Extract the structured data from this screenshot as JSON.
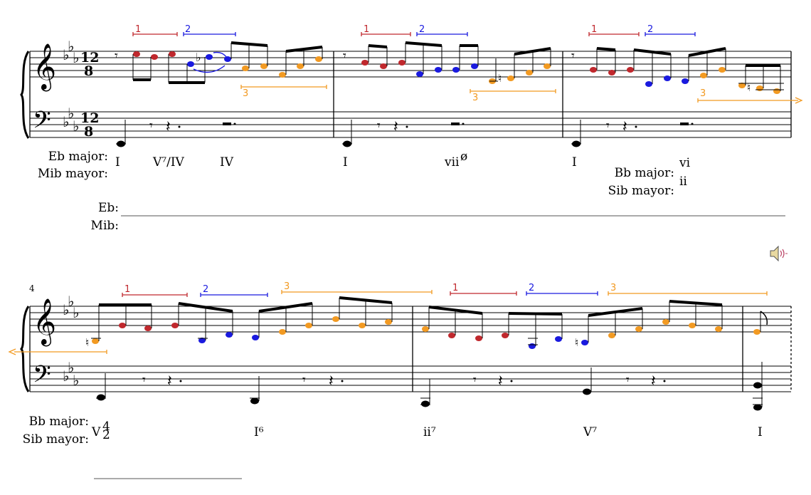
{
  "colors": {
    "group1": "#c0282d",
    "group2": "#1a1adf",
    "group3": "#f29a22",
    "black": "#000000"
  },
  "systems": [
    {
      "measure_number": "",
      "time_signature": {
        "num": "12",
        "den": "8"
      },
      "key_labels": [
        {
          "text": "Eb major:"
        },
        {
          "text": "Mib mayor:"
        }
      ],
      "romans": [
        {
          "text": "I"
        },
        {
          "text": "V⁷/IV"
        },
        {
          "text": "IV"
        },
        {
          "text": "I"
        },
        {
          "text": "vii"
        },
        {
          "text": "I"
        },
        {
          "text": "vi"
        },
        {
          "text": "ii"
        }
      ],
      "halfdim_symbol": "ø",
      "modulation_labels": [
        {
          "text": "Bb major:"
        },
        {
          "text": "Sib mayor:"
        }
      ],
      "group_labels": [
        "1",
        "2",
        "3",
        "1",
        "2",
        "3",
        "1",
        "2",
        "3"
      ],
      "key_area_labels": [
        {
          "text": "Eb:"
        },
        {
          "text": "Mib:"
        }
      ]
    },
    {
      "measure_number": "4",
      "key_labels": [
        {
          "text": "Bb major:"
        },
        {
          "text": "Sib mayor:"
        }
      ],
      "romans": [
        {
          "text": "V"
        },
        {
          "text": "I⁶"
        },
        {
          "text": "ii⁷"
        },
        {
          "text": "V⁷"
        },
        {
          "text": "I"
        }
      ],
      "inversion_figure": {
        "top": "4",
        "bottom": "2"
      },
      "group_labels": [
        "1",
        "2",
        "3",
        "1",
        "2",
        "3"
      ]
    }
  ],
  "audio_button": {
    "icon": "speaker-icon"
  }
}
